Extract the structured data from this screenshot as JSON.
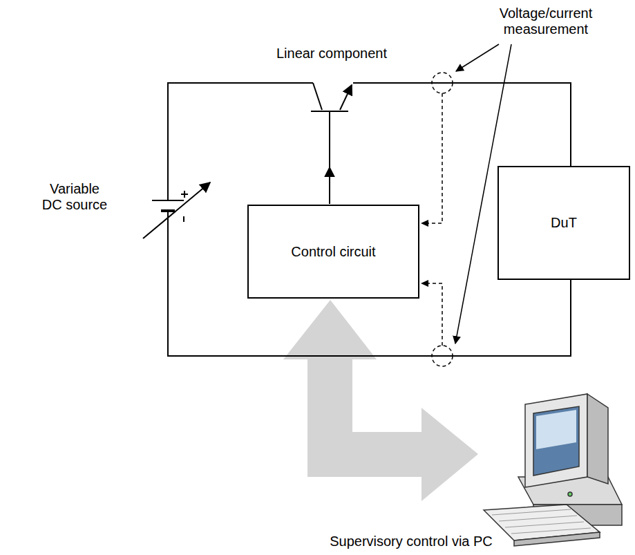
{
  "diagram": {
    "nodes": [
      {
        "text": [
          "Control circuit"
        ]
      },
      {
        "text": [
          "DuT"
        ]
      }
    ],
    "labels": [
      "Linear component",
      "Voltage/current measurement",
      "Variable DC source",
      "Supervisory control via PC"
    ]
  }
}
